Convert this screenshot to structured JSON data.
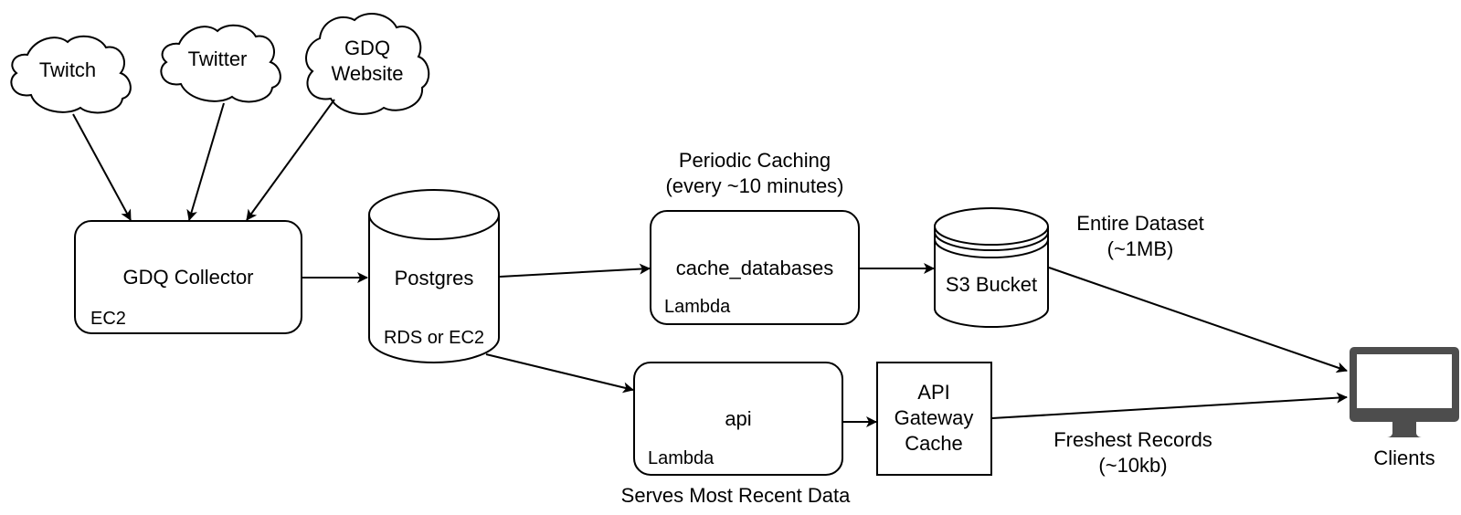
{
  "diagram": {
    "sources": [
      {
        "id": "twitch",
        "label_lines": [
          "Twitch"
        ]
      },
      {
        "id": "twitter",
        "label_lines": [
          "Twitter"
        ]
      },
      {
        "id": "gdq-website",
        "label_lines": [
          "GDQ",
          "Website"
        ]
      }
    ],
    "collector": {
      "label": "GDQ Collector",
      "sublabel": "EC2"
    },
    "database": {
      "label": "Postgres",
      "sublabel": "RDS or EC2"
    },
    "cache_lambda": {
      "label": "cache_databases",
      "sublabel": "Lambda",
      "caption_lines": [
        "Periodic Caching",
        "(every ~10 minutes)"
      ]
    },
    "s3": {
      "label": "S3 Bucket"
    },
    "api_lambda": {
      "label": "api",
      "sublabel": "Lambda",
      "caption": "Serves Most Recent Data"
    },
    "gateway": {
      "label_lines": [
        "API",
        "Gateway",
        "Cache"
      ]
    },
    "clients": {
      "label": "Clients",
      "icon": "monitor-icon",
      "color": "#4d4d4d"
    },
    "edge_labels": {
      "s3_to_clients": [
        "Entire Dataset",
        "(~1MB)"
      ],
      "gateway_to_clients": [
        "Freshest Records",
        "(~10kb)"
      ]
    },
    "edges": [
      {
        "from": "twitch",
        "to": "collector"
      },
      {
        "from": "twitter",
        "to": "collector"
      },
      {
        "from": "gdq-website",
        "to": "collector"
      },
      {
        "from": "collector",
        "to": "database"
      },
      {
        "from": "database",
        "to": "cache_lambda"
      },
      {
        "from": "cache_lambda",
        "to": "s3"
      },
      {
        "from": "database",
        "to": "api_lambda"
      },
      {
        "from": "api_lambda",
        "to": "gateway"
      },
      {
        "from": "s3",
        "to": "clients"
      },
      {
        "from": "gateway",
        "to": "clients"
      }
    ]
  }
}
